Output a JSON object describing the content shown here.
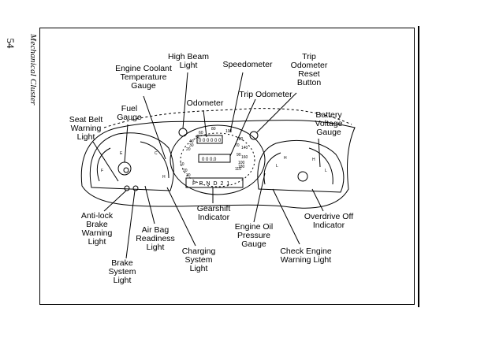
{
  "page": {
    "page_number": "54",
    "section_title": "Mechanical Cluster"
  },
  "callouts": {
    "high_beam_light": "High Beam\nLight",
    "speedometer": "Speedometer",
    "trip_odometer_reset_button": "Trip\nOdometer\nReset\nButton",
    "engine_coolant_temperature_gauge": "Engine Coolant\nTemperature\nGauge",
    "odometer": "Odometer",
    "trip_odometer": "Trip Odometer",
    "fuel_gauge": "Fuel\nGauge",
    "seat_belt_warning_light": "Seat Belt\nWarning\nLight",
    "battery_voltage_gauge": "Battery\nVoltage\nGauge",
    "anti_lock_brake_warning_light": "Anti-lock\nBrake\nWarning\nLight",
    "gearshift_indicator": "Gearshift\nIndicator",
    "air_bag_readiness_light": "Air Bag\nReadiness\nLight",
    "engine_oil_pressure_gauge": "Engine Oil\nPressure\nGauge",
    "overdrive_off_indicator": "Overdrive Off\nIndicator",
    "charging_system_light": "Charging\nSystem\nLight",
    "check_engine_warning_light": "Check Engine\nWarning Light",
    "brake_system_light": "Brake\nSystem\nLight"
  },
  "cluster": {
    "gearshift_display": "P R N D 2 1",
    "odometer_display": "0 0 0 0 0 0",
    "trip_display": "0 0 0.0",
    "speed_scale_mph": [
      "10",
      "20",
      "30",
      "40",
      "50",
      "60",
      "70",
      "80",
      "90",
      "100",
      "110",
      "120"
    ],
    "speed_scale_inner": [
      "20",
      "40",
      "60",
      "80",
      "100",
      "120",
      "140",
      "160",
      "180"
    ]
  }
}
